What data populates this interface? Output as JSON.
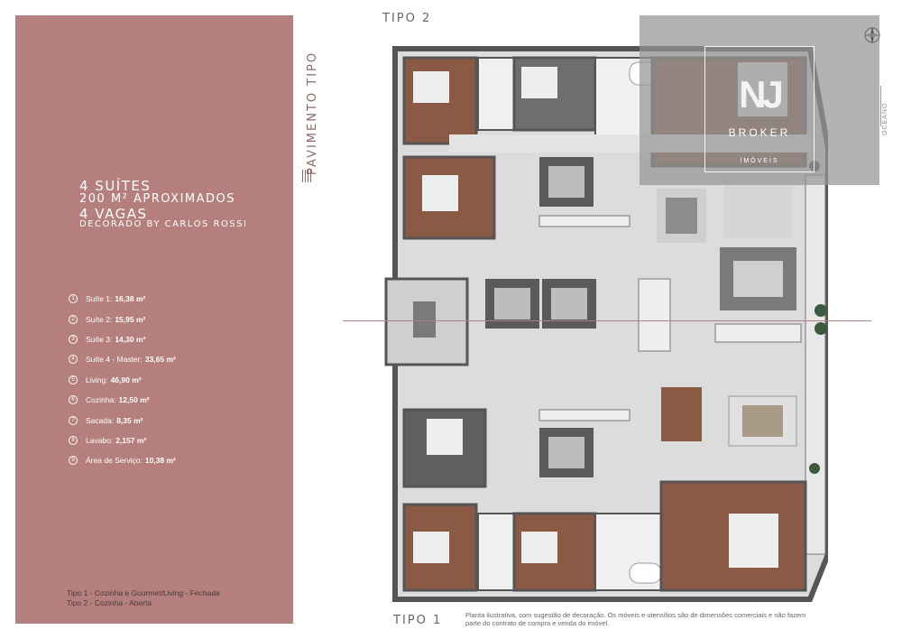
{
  "header": {
    "vertical_title": "PAVIMENTO TIPO",
    "tipo_top": "TIPO 2",
    "tipo_bottom": "TIPO 1"
  },
  "highlights": {
    "line1": "4 SUÍTES",
    "line2": "200 M² APROXIMADOS",
    "line3": "4 VAGAS",
    "line4": "DECORADO BY CARLOS ROSSI"
  },
  "rooms": [
    {
      "num": "1",
      "label": "Suíte 1:",
      "area": "16,38 m²"
    },
    {
      "num": "2",
      "label": "Suíte 2:",
      "area": "15,95 m²"
    },
    {
      "num": "3",
      "label": "Suíte 3:",
      "area": "14,30 m²"
    },
    {
      "num": "4",
      "label": "Suíte 4 - Master:",
      "area": "33,65 m²"
    },
    {
      "num": "5",
      "label": "Living:",
      "area": "46,90 m²"
    },
    {
      "num": "6",
      "label": "Cozinha:",
      "area": "12,50 m²"
    },
    {
      "num": "7",
      "label": "Sacada:",
      "area": "8,35 m²"
    },
    {
      "num": "8",
      "label": "Lavabo:",
      "area": "2,157 m²"
    },
    {
      "num": "9",
      "label": "Área de Serviço:",
      "area": "10,38 m²"
    }
  ],
  "tipos_note": {
    "line1": "Tipo 1 - Cozinha e Gourmet/Living - Fechada",
    "line2": "Tipo 2 - Cozinha - Aberta"
  },
  "disclaimer": "Planta ilustrativa, com sugestão de decoração. Os móveis e utensílios são de dimensões comerciais e não fazem parte do contrato de compra e venda do imóvel.",
  "watermark": {
    "logo": "NJ",
    "name": "BROKER",
    "sub": "IMÓVEIS"
  },
  "orientation": {
    "label": "OCEANO",
    "compass_icon": "compass-icon"
  },
  "colors": {
    "panel": "#b47f7c",
    "floor": "#d9d9d9",
    "wood": "#8a5a44",
    "wall": "#5a5a5a"
  }
}
